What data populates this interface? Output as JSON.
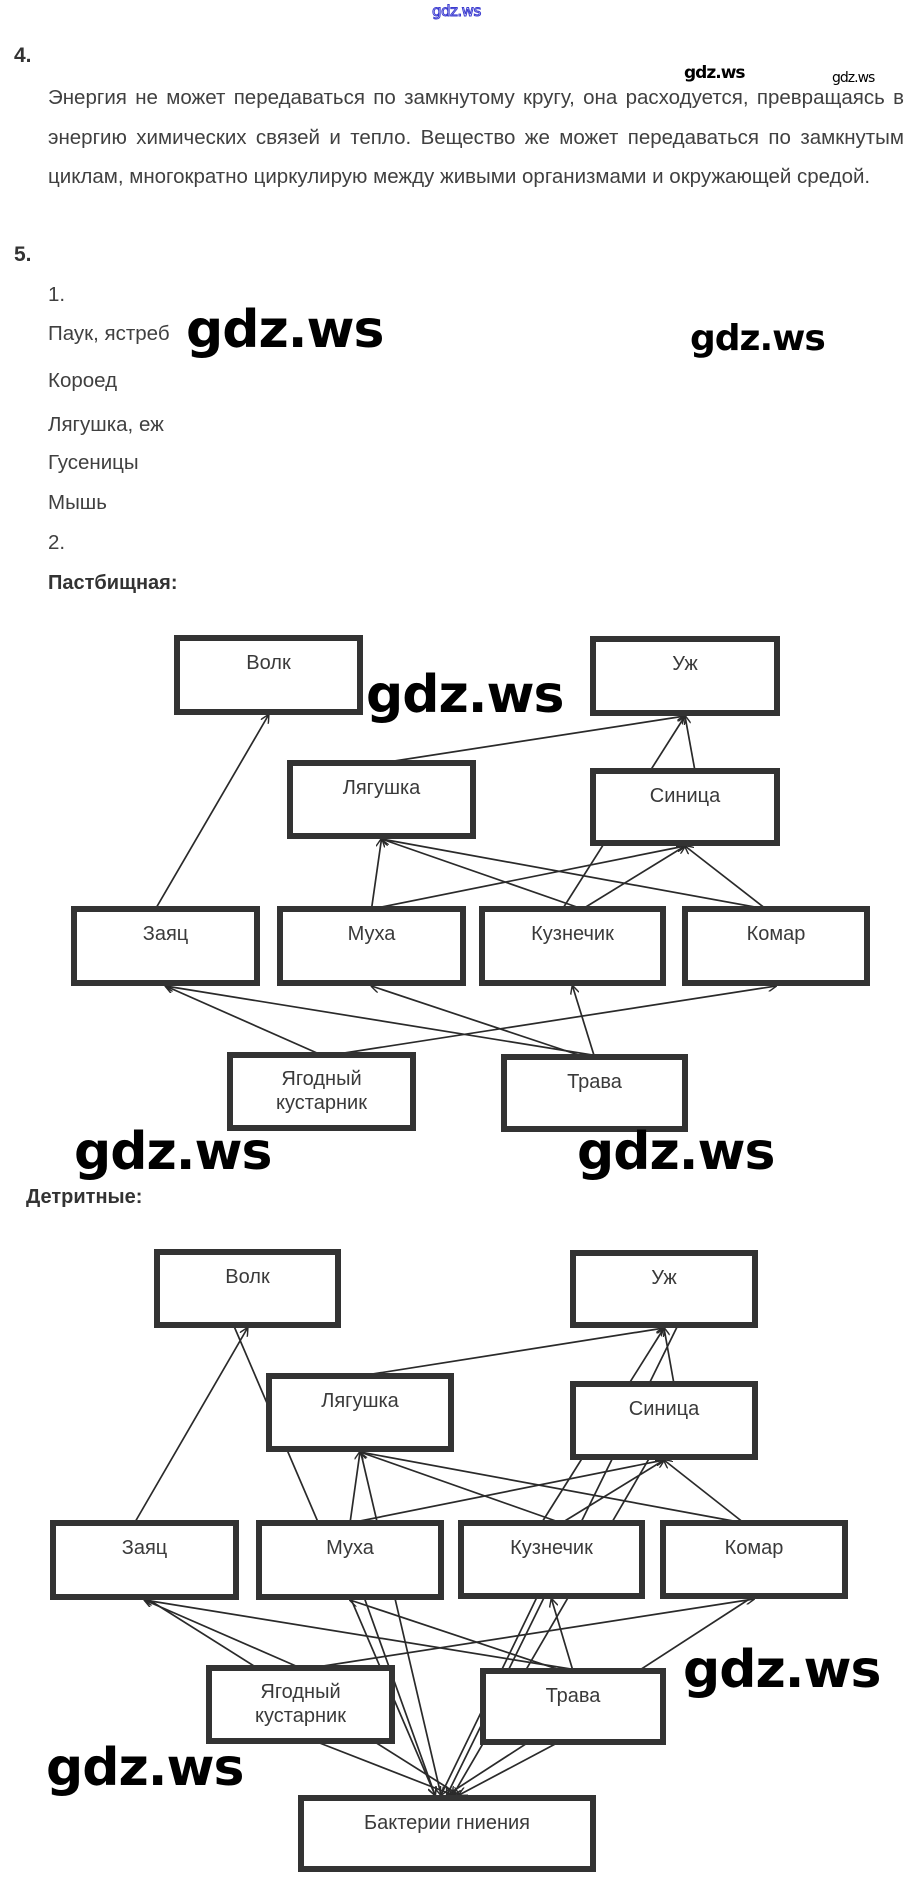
{
  "watermark": {
    "text": "gdz.ws"
  },
  "task4": {
    "number": "4.",
    "text": "Энергия не может передаваться по замкнутому кругу, она расходуется, превращаясь в энергию химических связей и тепло. Вещество же может передаваться по замкнутым циклам, многократно циркулирую между живыми организмами и окружающей средой."
  },
  "task5": {
    "number": "5.",
    "part1_label": "1.",
    "part1_items": [
      "Паук, ястреб",
      "Короед",
      "Лягушка, еж",
      "Гусеницы",
      "Мышь"
    ],
    "part2_label": "2."
  },
  "diagrams": [
    {
      "title": "Пастбищная:",
      "nodes": {
        "volk": "Волк",
        "uzh": "Уж",
        "lyagushka": "Лягушка",
        "sinitsa": "Синица",
        "zayats": "Заяц",
        "mukha": "Муха",
        "kuznechik": "Кузнечик",
        "komar": "Комар",
        "yagodny": [
          "Ягодный",
          "кустарник"
        ],
        "trava": "Трава"
      },
      "edges": [
        [
          "zayats",
          "volk"
        ],
        [
          "lyagushka",
          "uzh"
        ],
        [
          "sinitsa",
          "uzh"
        ],
        [
          "kuznechik",
          "uzh"
        ],
        [
          "mukha",
          "lyagushka"
        ],
        [
          "kuznechik",
          "lyagushka"
        ],
        [
          "komar",
          "lyagushka"
        ],
        [
          "mukha",
          "sinitsa"
        ],
        [
          "kuznechik",
          "sinitsa"
        ],
        [
          "komar",
          "sinitsa"
        ],
        [
          "yagodny",
          "zayats"
        ],
        [
          "trava",
          "zayats"
        ],
        [
          "trava",
          "mukha"
        ],
        [
          "trava",
          "kuznechik"
        ],
        [
          "yagodny",
          "komar"
        ]
      ]
    },
    {
      "title": "Детритные:",
      "nodes": {
        "volk": "Волк",
        "uzh": "Уж",
        "lyagushka": "Лягушка",
        "sinitsa": "Синица",
        "zayats": "Заяц",
        "mukha": "Муха",
        "kuznechik": "Кузнечик",
        "komar": "Комар",
        "yagodny": [
          "Ягодный",
          "кустарник"
        ],
        "trava": "Трава",
        "bakterii": "Бактерии гниения"
      },
      "edges": [
        [
          "zayats",
          "volk"
        ],
        [
          "lyagushka",
          "uzh"
        ],
        [
          "sinitsa",
          "uzh"
        ],
        [
          "kuznechik",
          "uzh"
        ],
        [
          "mukha",
          "lyagushka"
        ],
        [
          "kuznechik",
          "lyagushka"
        ],
        [
          "komar",
          "lyagushka"
        ],
        [
          "mukha",
          "sinitsa"
        ],
        [
          "kuznechik",
          "sinitsa"
        ],
        [
          "komar",
          "sinitsa"
        ],
        [
          "yagodny",
          "zayats"
        ],
        [
          "trava",
          "zayats"
        ],
        [
          "trava",
          "mukha"
        ],
        [
          "trava",
          "kuznechik"
        ],
        [
          "yagodny",
          "komar"
        ],
        [
          "volk",
          "bakterii"
        ],
        [
          "lyagushka",
          "bakterii"
        ],
        [
          "uzh",
          "bakterii"
        ],
        [
          "sinitsa",
          "bakterii"
        ],
        [
          "zayats",
          "bakterii"
        ],
        [
          "mukha",
          "bakterii"
        ],
        [
          "kuznechik",
          "bakterii"
        ],
        [
          "komar",
          "bakterii"
        ],
        [
          "yagodny",
          "bakterii"
        ],
        [
          "trava",
          "bakterii"
        ]
      ]
    }
  ]
}
